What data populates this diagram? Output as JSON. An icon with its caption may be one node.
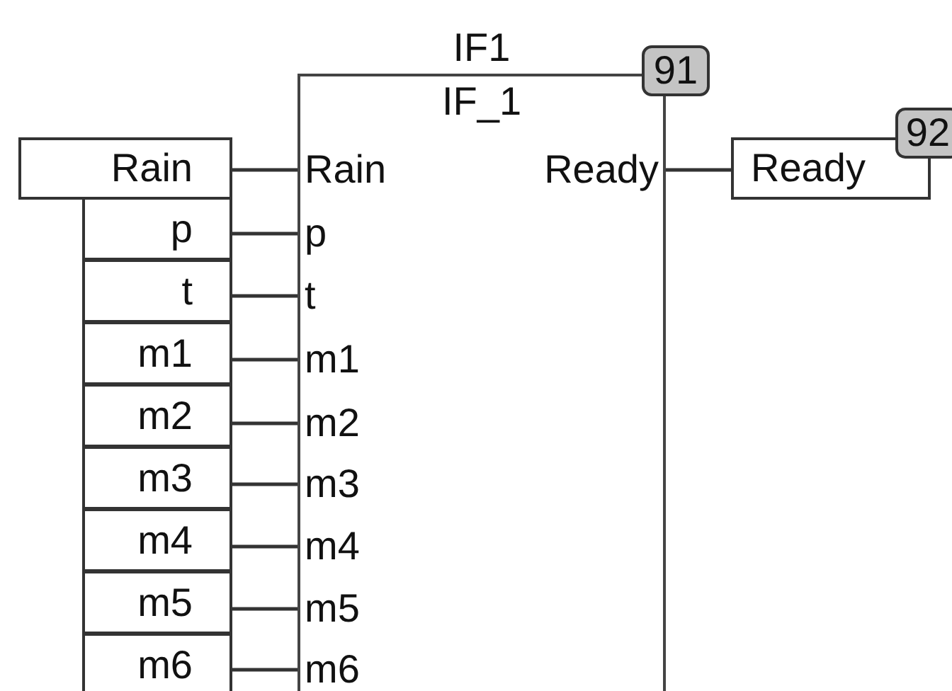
{
  "diagram": {
    "nodes": [
      {
        "text": [
          "IF1",
          "IF_1"
        ]
      },
      {
        "text": [
          "Rain"
        ],
        "in": 0
      },
      {
        "text": [
          "p"
        ],
        "in": 0
      },
      {
        "text": [
          "t"
        ],
        "in": 0
      },
      {
        "text": [
          "m1"
        ],
        "in": 0
      },
      {
        "text": [
          "m2"
        ],
        "in": 0
      },
      {
        "text": [
          "m3"
        ],
        "in": 0
      },
      {
        "text": [
          "m4"
        ],
        "in": 0
      },
      {
        "text": [
          "m5"
        ],
        "in": 0
      },
      {
        "text": [
          "m6"
        ],
        "in": 0
      },
      {
        "text": [
          "Ready"
        ],
        "in": 0
      },
      {
        "text": [
          "91"
        ]
      },
      {
        "text": [
          "Rain"
        ]
      },
      {
        "text": [
          "p"
        ]
      },
      {
        "text": [
          "t"
        ]
      },
      {
        "text": [
          "m1"
        ]
      },
      {
        "text": [
          "m2"
        ]
      },
      {
        "text": [
          "m3"
        ]
      },
      {
        "text": [
          "m4"
        ]
      },
      {
        "text": [
          "m5"
        ]
      },
      {
        "text": [
          "m6"
        ]
      },
      {
        "text": [
          "Ready"
        ]
      },
      {
        "text": [
          "92"
        ]
      }
    ],
    "edges": [
      {
        "from": 12,
        "to": 1,
        "arrow": "none"
      },
      {
        "from": 13,
        "to": 2,
        "arrow": "none"
      },
      {
        "from": 14,
        "to": 3,
        "arrow": "none"
      },
      {
        "from": 15,
        "to": 4,
        "arrow": "none"
      },
      {
        "from": 16,
        "to": 5,
        "arrow": "none"
      },
      {
        "from": 17,
        "to": 6,
        "arrow": "none"
      },
      {
        "from": 18,
        "to": 7,
        "arrow": "none"
      },
      {
        "from": 19,
        "to": 8,
        "arrow": "none"
      },
      {
        "from": 20,
        "to": 9,
        "arrow": "none"
      },
      {
        "from": 10,
        "to": 21,
        "arrow": "none"
      }
    ]
  }
}
